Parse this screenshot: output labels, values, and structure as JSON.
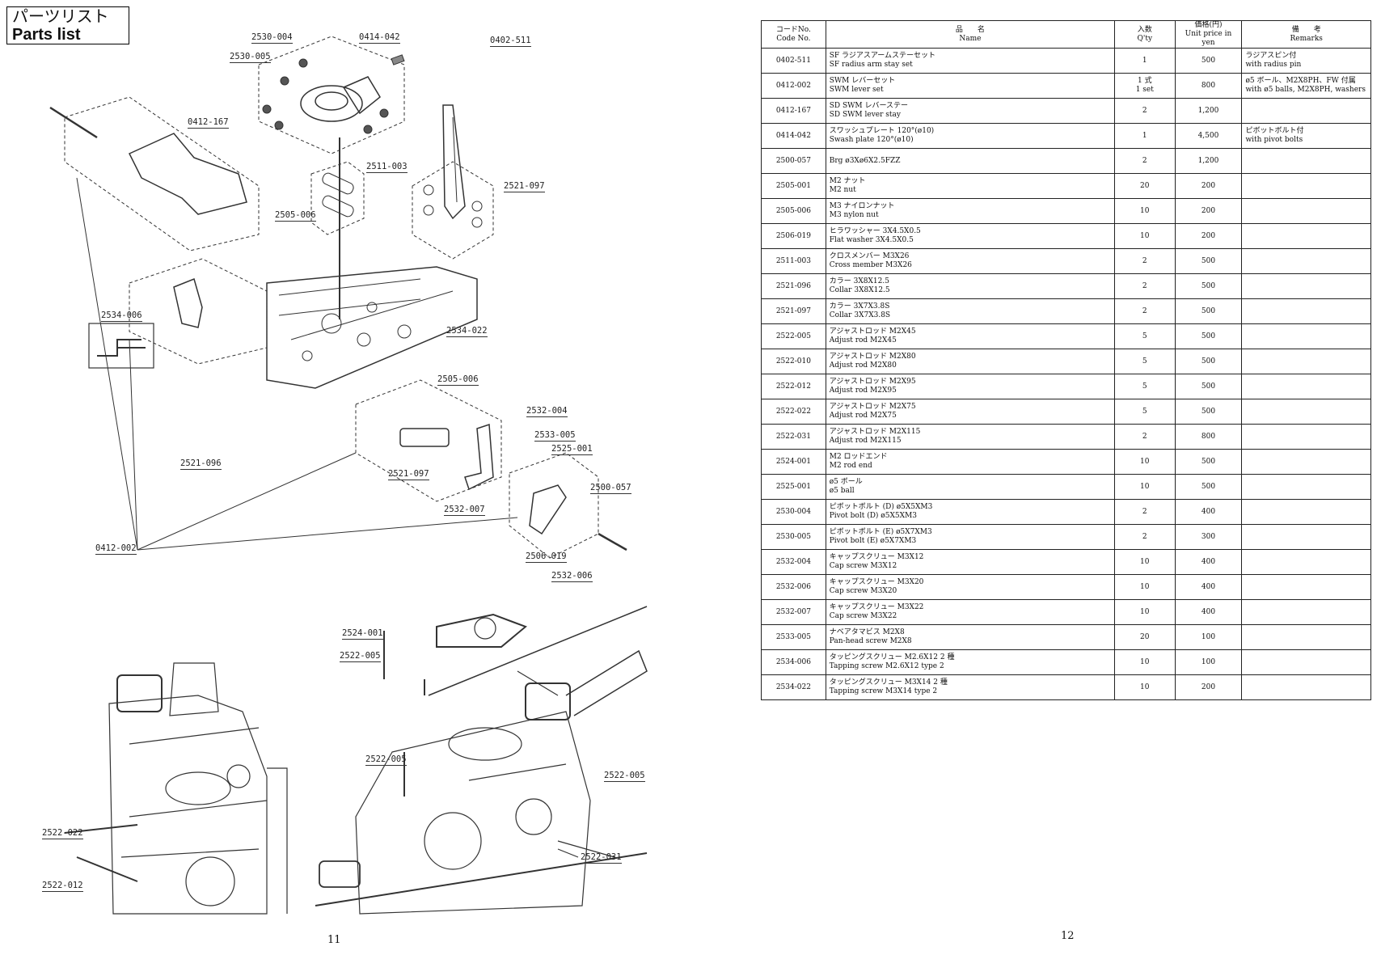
{
  "left_page": {
    "title_jp": "パーツリスト",
    "title_en": "Parts list",
    "page_number": "11",
    "callouts": [
      "2530-004",
      "0414-042",
      "0402-511",
      "2530-005",
      "0412-167",
      "2511-003",
      "2521-097",
      "2505-006",
      "2534-006",
      "2534-022",
      "2505-006",
      "2532-004",
      "2533-005",
      "2525-001",
      "2521-096",
      "2521-097",
      "2500-057",
      "2532-007",
      "0412-002",
      "2506-019",
      "2532-006",
      "2524-001",
      "2522-005",
      "2522-005",
      "2522-005",
      "2522-022",
      "2522-031",
      "2522-012"
    ]
  },
  "right_page": {
    "page_number": "12",
    "table": {
      "headers": [
        {
          "jp": "コードNo.",
          "en": "Code No."
        },
        {
          "jp": "品　　名",
          "en": "Name"
        },
        {
          "jp": "入数",
          "en": "Q'ty"
        },
        {
          "jp": "価格(円)",
          "en": "Unit price in yen"
        },
        {
          "jp": "備　　考",
          "en": "Remarks"
        }
      ],
      "rows": [
        {
          "code": "0402-511",
          "name_jp": "SF ラジアスアームステーセット",
          "name_en": "SF radius arm stay set",
          "qty": "1",
          "price": "500",
          "remarks_jp": "ラジアスピン付",
          "remarks_en": "with radius pin"
        },
        {
          "code": "0412-002",
          "name_jp": "SWM レバーセット",
          "name_en": "SWM lever set",
          "qty": "1 式",
          "qty2": "1 set",
          "price": "800",
          "remarks_jp": "ø5 ボール、M2X8PH、FW 付属",
          "remarks_en": "with ø5 balls, M2X8PH, washers"
        },
        {
          "code": "0412-167",
          "name_jp": "SD SWM レバーステー",
          "name_en": "SD SWM lever stay",
          "qty": "2",
          "price": "1,200",
          "remarks_jp": "",
          "remarks_en": ""
        },
        {
          "code": "0414-042",
          "name_jp": "スワッシュプレート 120°(ø10)",
          "name_en": "Swash plate 120°(ø10)",
          "qty": "1",
          "price": "4,500",
          "remarks_jp": "ピボットボルト付",
          "remarks_en": "with pivot bolts"
        },
        {
          "code": "2500-057",
          "name_jp": "",
          "name_en": "Brg ø3Xø6X2.5FZZ",
          "qty": "2",
          "price": "1,200",
          "remarks_jp": "",
          "remarks_en": ""
        },
        {
          "code": "2505-001",
          "name_jp": "M2 ナット",
          "name_en": "M2 nut",
          "qty": "20",
          "price": "200",
          "remarks_jp": "",
          "remarks_en": ""
        },
        {
          "code": "2505-006",
          "name_jp": "M3 ナイロンナット",
          "name_en": "M3 nylon nut",
          "qty": "10",
          "price": "200",
          "remarks_jp": "",
          "remarks_en": ""
        },
        {
          "code": "2506-019",
          "name_jp": "ヒラワッシャー 3X4.5X0.5",
          "name_en": "Flat washer 3X4.5X0.5",
          "qty": "10",
          "price": "200",
          "remarks_jp": "",
          "remarks_en": ""
        },
        {
          "code": "2511-003",
          "name_jp": "クロスメンバー M3X26",
          "name_en": "Cross member M3X26",
          "qty": "2",
          "price": "500",
          "remarks_jp": "",
          "remarks_en": ""
        },
        {
          "code": "2521-096",
          "name_jp": "カラー 3X8X12.5",
          "name_en": "Collar 3X8X12.5",
          "qty": "2",
          "price": "500",
          "remarks_jp": "",
          "remarks_en": ""
        },
        {
          "code": "2521-097",
          "name_jp": "カラー 3X7X3.8S",
          "name_en": "Collar 3X7X3.8S",
          "qty": "2",
          "price": "500",
          "remarks_jp": "",
          "remarks_en": ""
        },
        {
          "code": "2522-005",
          "name_jp": "アジャストロッド M2X45",
          "name_en": "Adjust rod M2X45",
          "qty": "5",
          "price": "500",
          "remarks_jp": "",
          "remarks_en": ""
        },
        {
          "code": "2522-010",
          "name_jp": "アジャストロッド M2X80",
          "name_en": "Adjust rod M2X80",
          "qty": "5",
          "price": "500",
          "remarks_jp": "",
          "remarks_en": ""
        },
        {
          "code": "2522-012",
          "name_jp": "アジャストロッド M2X95",
          "name_en": "Adjust rod M2X95",
          "qty": "5",
          "price": "500",
          "remarks_jp": "",
          "remarks_en": ""
        },
        {
          "code": "2522-022",
          "name_jp": "アジャストロッド M2X75",
          "name_en": "Adjust rod M2X75",
          "qty": "5",
          "price": "500",
          "remarks_jp": "",
          "remarks_en": ""
        },
        {
          "code": "2522-031",
          "name_jp": "アジャストロッド M2X115",
          "name_en": "Adjust rod M2X115",
          "qty": "2",
          "price": "800",
          "remarks_jp": "",
          "remarks_en": ""
        },
        {
          "code": "2524-001",
          "name_jp": "M2 ロッドエンド",
          "name_en": "M2 rod end",
          "qty": "10",
          "price": "500",
          "remarks_jp": "",
          "remarks_en": ""
        },
        {
          "code": "2525-001",
          "name_jp": "ø5 ボール",
          "name_en": "ø5 ball",
          "qty": "10",
          "price": "500",
          "remarks_jp": "",
          "remarks_en": ""
        },
        {
          "code": "2530-004",
          "name_jp": "ピボットボルト (D) ø5X5XM3",
          "name_en": "Pivot bolt (D) ø5X5XM3",
          "qty": "2",
          "price": "400",
          "remarks_jp": "",
          "remarks_en": ""
        },
        {
          "code": "2530-005",
          "name_jp": "ピボットボルト (E) ø5X7XM3",
          "name_en": "Pivot bolt (E) ø5X7XM3",
          "qty": "2",
          "price": "300",
          "remarks_jp": "",
          "remarks_en": ""
        },
        {
          "code": "2532-004",
          "name_jp": "キャップスクリュー M3X12",
          "name_en": "Cap screw M3X12",
          "qty": "10",
          "price": "400",
          "remarks_jp": "",
          "remarks_en": ""
        },
        {
          "code": "2532-006",
          "name_jp": "キャップスクリュー M3X20",
          "name_en": "Cap screw M3X20",
          "qty": "10",
          "price": "400",
          "remarks_jp": "",
          "remarks_en": ""
        },
        {
          "code": "2532-007",
          "name_jp": "キャップスクリュー M3X22",
          "name_en": "Cap screw M3X22",
          "qty": "10",
          "price": "400",
          "remarks_jp": "",
          "remarks_en": ""
        },
        {
          "code": "2533-005",
          "name_jp": "ナベアタマビス M2X8",
          "name_en": "Pan-head screw M2X8",
          "qty": "20",
          "price": "100",
          "remarks_jp": "",
          "remarks_en": ""
        },
        {
          "code": "2534-006",
          "name_jp": "タッピングスクリュー M2.6X12 2 種",
          "name_en": "Tapping screw M2.6X12 type 2",
          "qty": "10",
          "price": "100",
          "remarks_jp": "",
          "remarks_en": ""
        },
        {
          "code": "2534-022",
          "name_jp": "タッピングスクリュー M3X14 2 種",
          "name_en": "Tapping screw M3X14 type 2",
          "qty": "10",
          "price": "200",
          "remarks_jp": "",
          "remarks_en": ""
        }
      ]
    }
  }
}
